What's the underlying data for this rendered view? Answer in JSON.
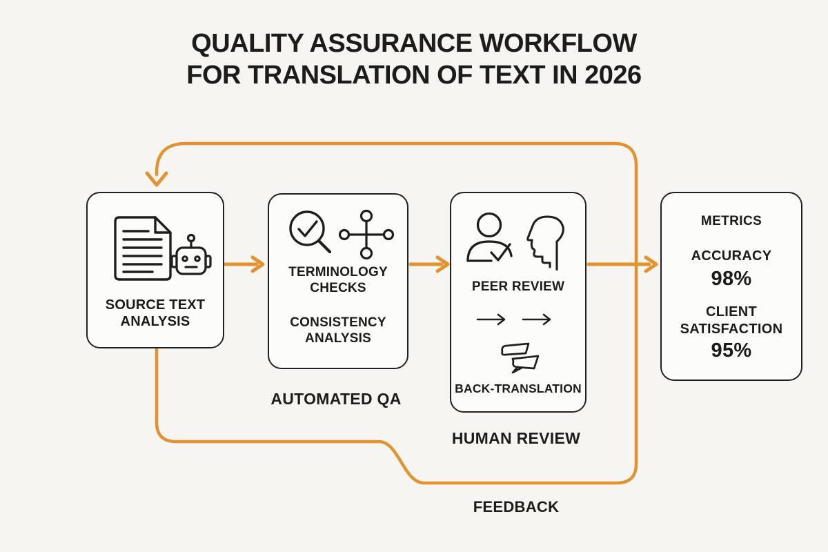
{
  "title": {
    "line1": "QUALITY ASSURANCE WORKFLOW",
    "line2": "FOR TRANSLATION OF TEXT IN 2026"
  },
  "colors": {
    "accent": "#E2932F",
    "background": "#F6F5F2",
    "box_fill": "#FCFCFA",
    "stroke": "#20201E"
  },
  "boxes": {
    "source": {
      "label_lines": [
        "SOURCE TEXT",
        "ANALYSIS"
      ],
      "icons": [
        "document-icon",
        "robot-icon"
      ]
    },
    "automated_qa": {
      "item1_lines": [
        "TERMINOLOGY",
        "CHECKS"
      ],
      "item2_lines": [
        "CONSISTENCY",
        "ANALYSIS"
      ],
      "caption": "AUTOMATED QA",
      "icons": [
        "magnifier-check-icon",
        "network-nodes-icon"
      ]
    },
    "human_review": {
      "item1": "PEER REVIEW",
      "item2": "BACK-TRANSLATION",
      "caption": "HUMAN REVIEW",
      "icons": [
        "reviewer-check-icon",
        "head-profile-icon",
        "arrow-right-icon",
        "arrow-right-icon",
        "speech-bubbles-icon"
      ]
    },
    "metrics": {
      "heading": "METRICS",
      "items": [
        {
          "label_lines": [
            "ACCURACY"
          ],
          "value": "98%"
        },
        {
          "label_lines": [
            "CLIENT",
            "SATISFACTION"
          ],
          "value": "95%"
        }
      ]
    }
  },
  "feedback_label": "FEEDBACK"
}
